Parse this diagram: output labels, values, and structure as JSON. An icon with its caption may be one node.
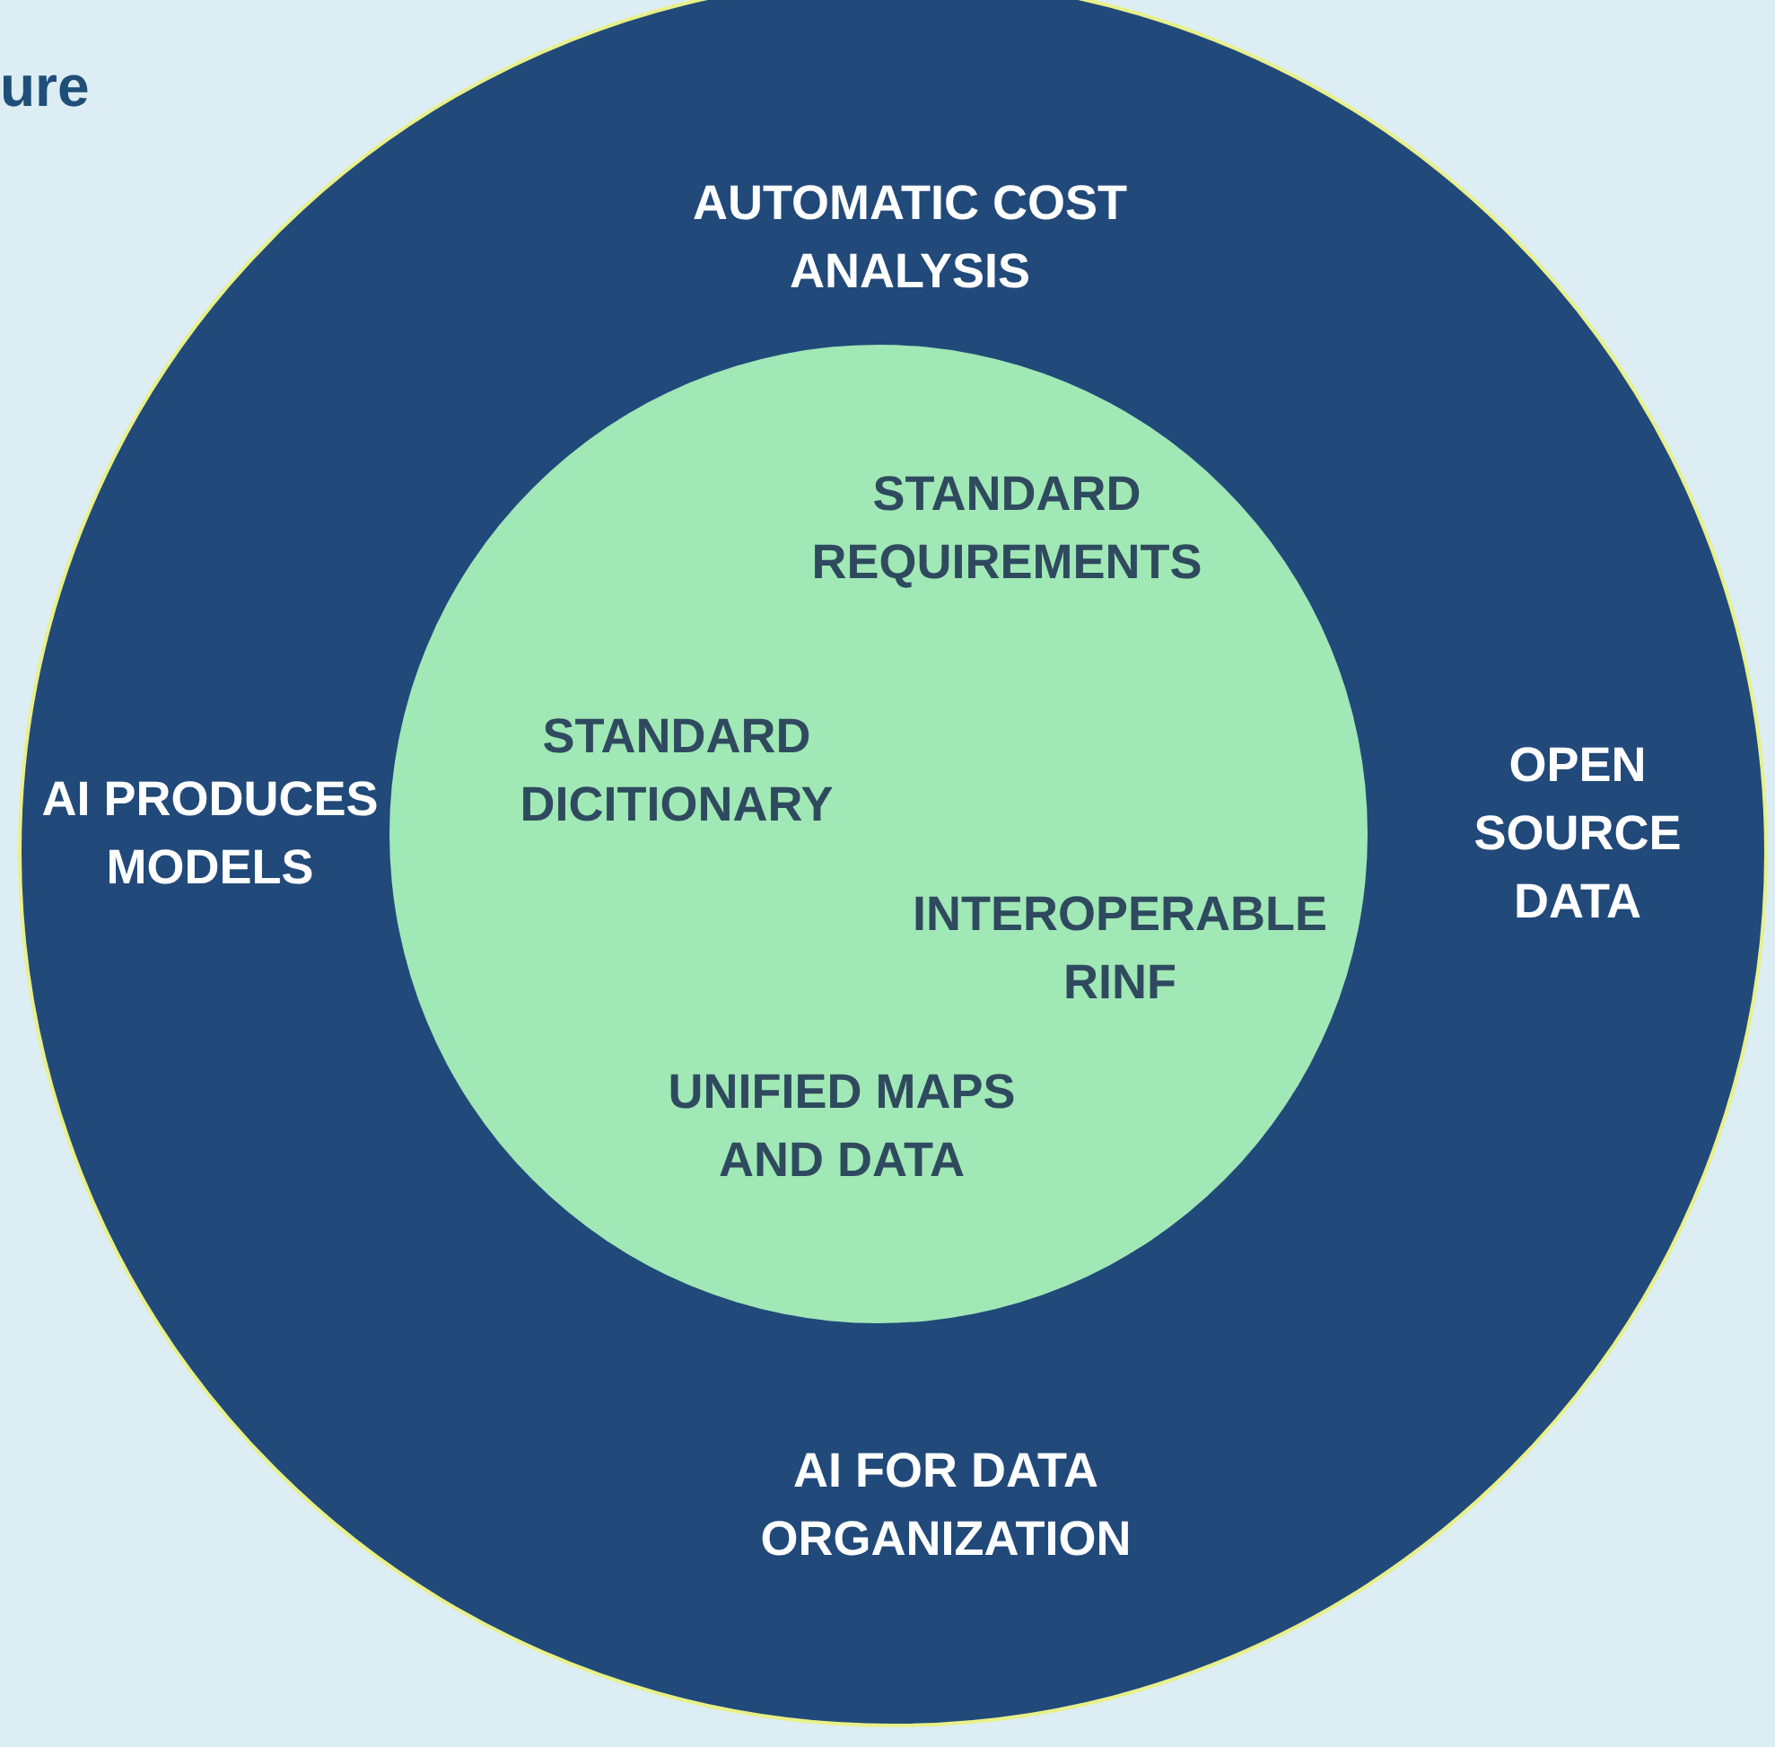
{
  "diagram": {
    "nodes": [
      {
        "text": [
          "AUTOMATIC COST ANALYSIS",
          "AI PRODUCES MODELS",
          "OPEN SOURCE DATA",
          "AI FOR DATA ORGANIZATION"
        ]
      },
      {
        "text": [
          "STANDARD REQUIREMENTS",
          "STANDARD DICITIONARY",
          "INTEROPERABLE RINF",
          "UNIFIED MAPS AND DATA"
        ],
        "in": 0
      }
    ],
    "edges": [],
    "labels": [
      "ure"
    ]
  }
}
